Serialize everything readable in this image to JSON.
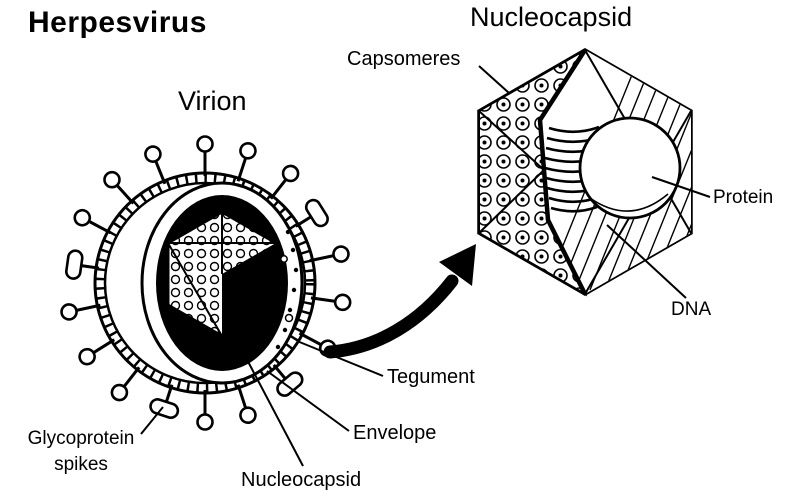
{
  "title": "Herpesvirus",
  "virion": {
    "label": "Virion"
  },
  "nucleocapsid_view": {
    "title": "Nucleocapsid"
  },
  "labels": {
    "capsomeres": "Capsomeres",
    "protein": "Protein",
    "dna": "DNA",
    "tegument": "Tegument",
    "envelope": "Envelope",
    "nucleocapsid": "Nucleocapsid",
    "glycoprotein": "Glycoprotein",
    "spikes": "spikes"
  },
  "colors": {
    "ink": "#000000",
    "paper": "#ffffff"
  }
}
